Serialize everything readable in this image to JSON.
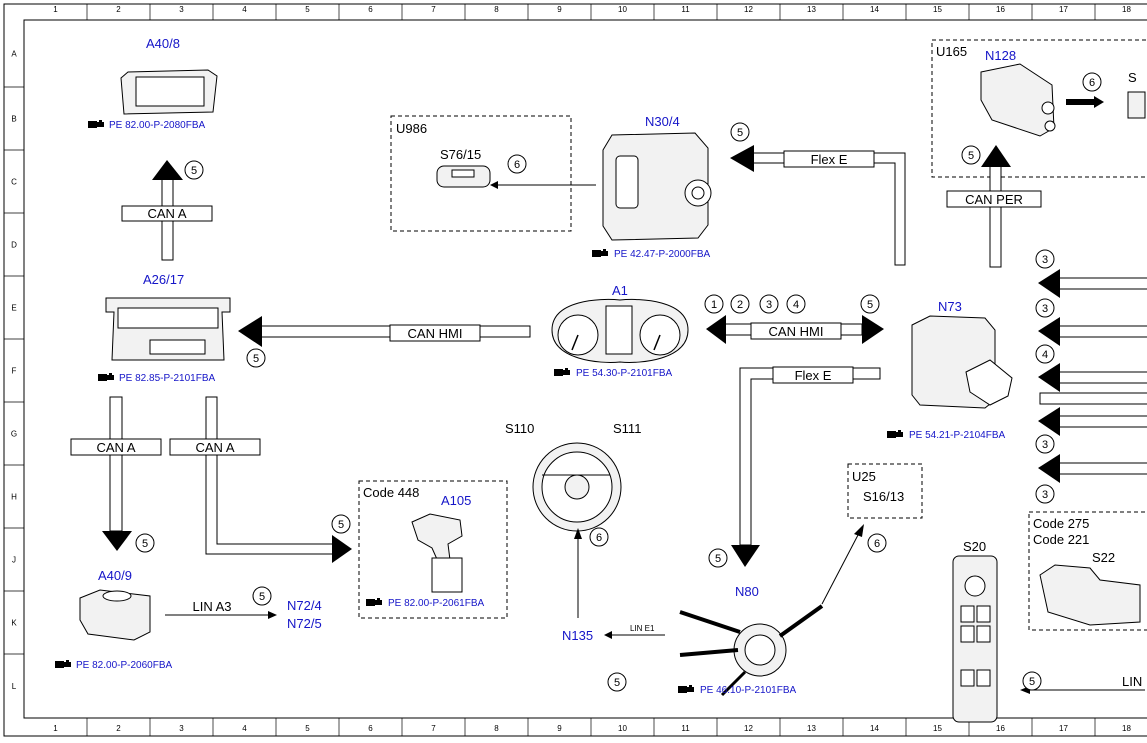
{
  "grid": {
    "columns": [
      "1",
      "2",
      "3",
      "4",
      "5",
      "6",
      "7",
      "8",
      "9",
      "10",
      "11",
      "12",
      "13",
      "14",
      "15",
      "16",
      "17",
      "18"
    ],
    "rows": [
      "A",
      "B",
      "C",
      "D",
      "E",
      "F",
      "G",
      "H",
      "J",
      "K",
      "L"
    ]
  },
  "components": {
    "a40_8": "A40/8",
    "n30_4": "N30/4",
    "s76_15": "S76/15",
    "n128": "N128",
    "s_partial": "S",
    "a26_17": "A26/17",
    "a1": "A1",
    "n73": "N73",
    "s110": "S110",
    "s111": "S111",
    "s16_13": "S16/13",
    "a105": "A105",
    "a40_9": "A40/9",
    "n72_4": "N72/4",
    "n72_5": "N72/5",
    "n80": "N80",
    "n135": "N135",
    "s20": "S20",
    "s22": "S22"
  },
  "groups": {
    "u986": "U986",
    "u165": "U165",
    "u25": "U25",
    "code448": "Code 448",
    "code275": "Code 275",
    "code221": "Code 221"
  },
  "buses": {
    "can_a": "CAN A",
    "can_hmi": "CAN HMI",
    "flex_e": "Flex E",
    "can_per": "CAN PER",
    "lin_a3": "LIN A3",
    "lin_e1": "LIN E1",
    "lin_partial": "LIN"
  },
  "references": {
    "a40_8": "PE 82.00-P-2080FBA",
    "n30_4": "PE 42.47-P-2000FBA",
    "a26_17": "PE 82.85-P-2101FBA",
    "a1": "PE 54.30-P-2101FBA",
    "n73": "PE 54.21-P-2104FBA",
    "a105": "PE 82.00-P-2061FBA",
    "a40_9": "PE 82.00-P-2060FBA",
    "n80": "PE 46.10-P-2101FBA"
  },
  "markers": {
    "m1": "1",
    "m2": "2",
    "m3": "3",
    "m4": "4",
    "m5": "5",
    "m6": "6"
  },
  "colors": {
    "label_blue": "#1515c8",
    "line": "#000000",
    "part_fill": "#f2f2f2"
  }
}
